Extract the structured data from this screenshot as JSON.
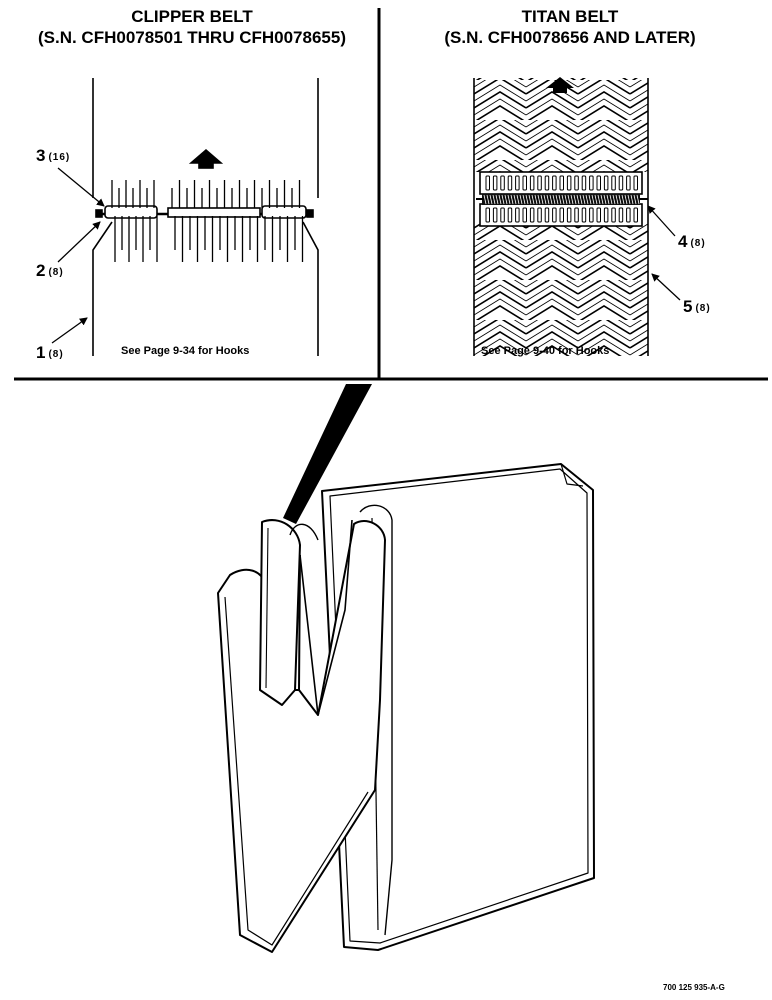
{
  "left_panel": {
    "title_line1": "CLIPPER BELT",
    "title_line2": "(S.N. CFH0078501 THRU CFH0078655)",
    "note": "See Page 9-34 for Hooks",
    "callouts": [
      {
        "number": "3",
        "qty": "(16)"
      },
      {
        "number": "2",
        "qty": "(8)"
      },
      {
        "number": "1",
        "qty": "(8)"
      }
    ]
  },
  "right_panel": {
    "title_line1": "TITAN BELT",
    "title_line2": "(S.N. CFH0078656 AND LATER)",
    "note": "See Page 9-40 for Hooks",
    "callouts": [
      {
        "number": "4",
        "qty": "(8)"
      },
      {
        "number": "5",
        "qty": "(8)"
      }
    ]
  },
  "drawing_number": "700 125 935-A-G"
}
